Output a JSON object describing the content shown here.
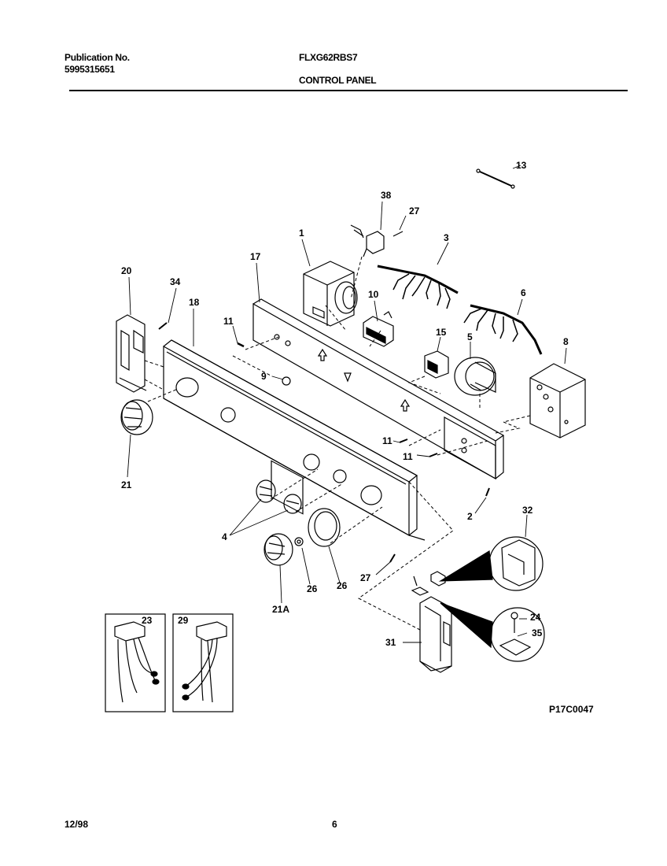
{
  "header": {
    "publication_label": "Publication No.",
    "publication_number": "5995315651",
    "model": "FLXG62RBS7",
    "section_title": "CONTROL PANEL"
  },
  "footer": {
    "date": "12/98",
    "page": "6",
    "drawing_id": "P17C0047"
  },
  "callouts": {
    "c13": "13",
    "c38": "38",
    "c27a": "27",
    "c3": "3",
    "c1": "1",
    "c17": "17",
    "c20": "20",
    "c34": "34",
    "c18": "18",
    "c10": "10",
    "c6": "6",
    "c11a": "11",
    "c15": "15",
    "c5": "5",
    "c8": "8",
    "c9": "9",
    "c21": "21",
    "c11b": "11",
    "c11c": "11",
    "c2": "2",
    "c32": "32",
    "c4": "4",
    "c27b": "27",
    "c26a": "26",
    "c26b": "26",
    "c21a": "21A",
    "c24": "24",
    "c35": "35",
    "c31": "31",
    "c23": "23",
    "c29": "29"
  }
}
